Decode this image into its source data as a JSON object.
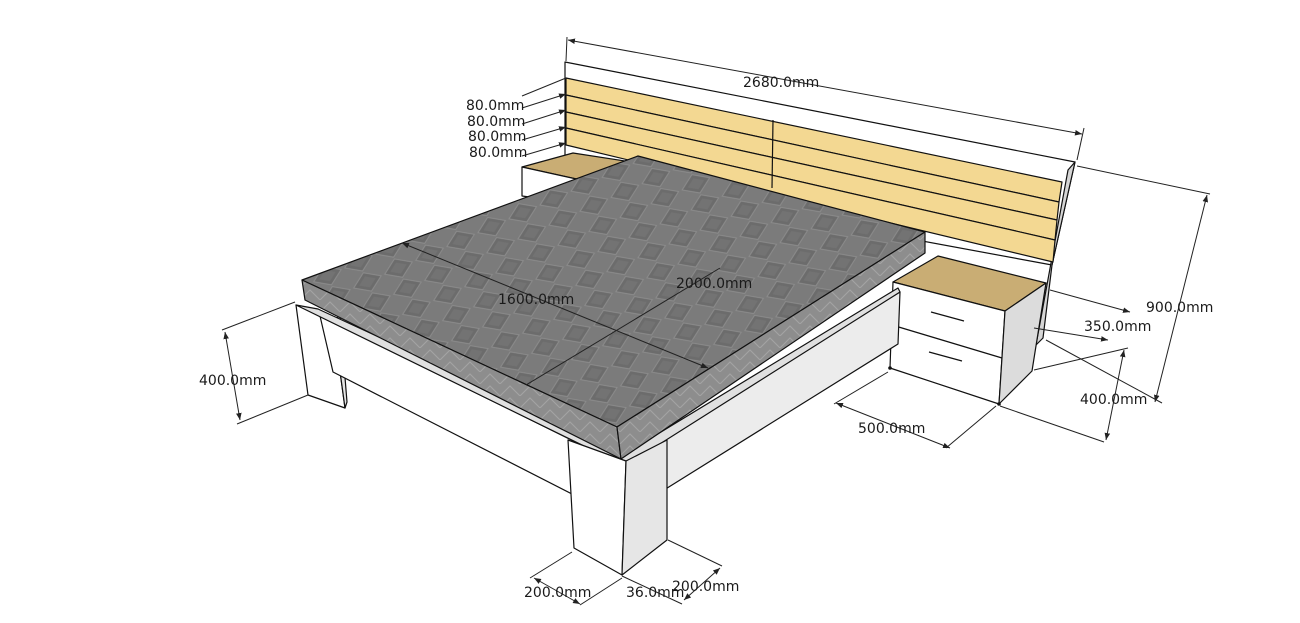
{
  "drawing": {
    "colors": {
      "frame": "#ffffff",
      "frame_shade": "#e8e8e8",
      "frame_dark": "#d4d4d4",
      "slat": "#f3d892",
      "nightstand_top": "#c9ad74",
      "mattress_top": "#7a7a7a",
      "mattress_side": "#8e8e8e",
      "edge": "#111111"
    },
    "dimensions": {
      "headboard_width": "2680.0mm",
      "slat_1": "80.0mm",
      "slat_2": "80.0mm",
      "slat_3": "80.0mm",
      "slat_4": "80.0mm",
      "mattress_width": "1600.0mm",
      "mattress_length": "2000.0mm",
      "frame_height": "400.0mm",
      "headboard_height": "900.0mm",
      "nightstand_depth": "350.0mm",
      "nightstand_height": "400.0mm",
      "nightstand_width": "500.0mm",
      "leg_width": "200.0mm",
      "leg_depth": "200.0mm",
      "rail_thickness": "36.0mm"
    }
  }
}
